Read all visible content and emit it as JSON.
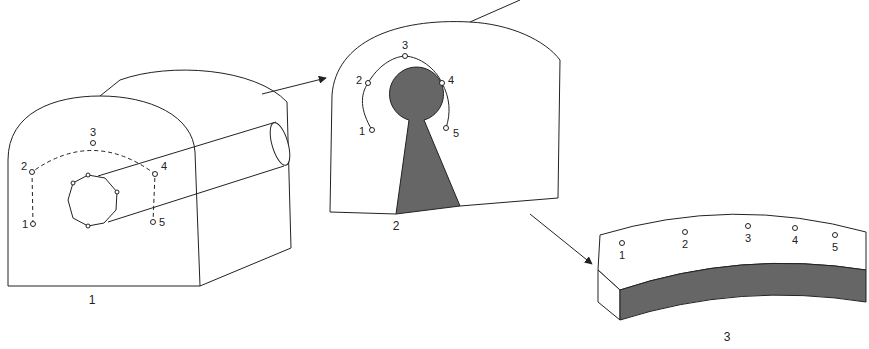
{
  "diagram": {
    "labels": [
      "1",
      "2",
      "3",
      "4",
      "5",
      "1",
      "1",
      "2",
      "3",
      "4",
      "5",
      "2",
      "1",
      "2",
      "3",
      "4",
      "5",
      "3"
    ]
  }
}
